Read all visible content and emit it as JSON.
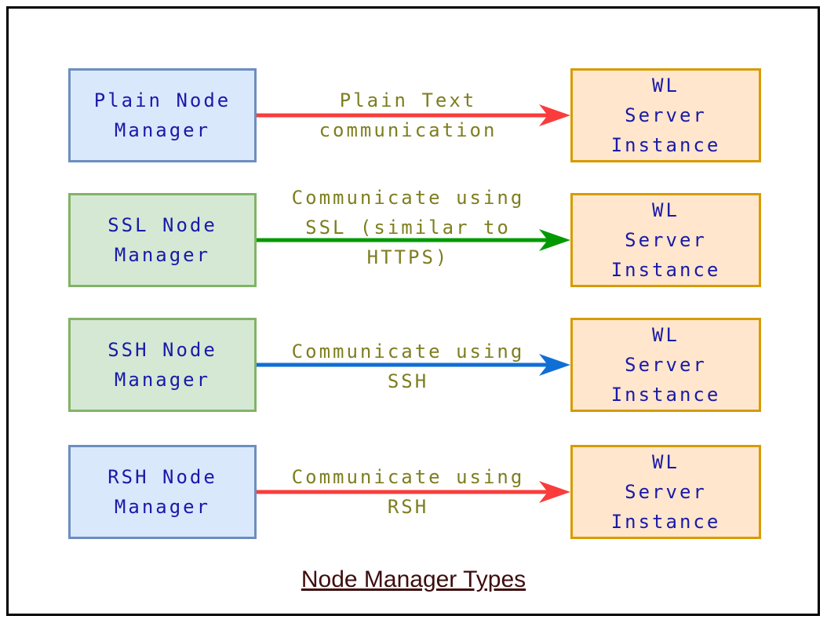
{
  "diagram": {
    "title": "Node Manager Types",
    "rows": [
      {
        "source": {
          "variant": "blue",
          "lines": [
            "Plain Node",
            "Manager"
          ]
        },
        "label_lines": [
          "Plain Text",
          "communication"
        ],
        "arrow_color": "#fa3c3c",
        "arrow_name": "plain-text-arrow",
        "target": {
          "lines": [
            "WL",
            "Server",
            "Instance"
          ]
        }
      },
      {
        "source": {
          "variant": "green",
          "lines": [
            "SSL Node",
            "Manager"
          ]
        },
        "label_lines": [
          "Communicate using",
          "SSL (similar to",
          "HTTPS)"
        ],
        "arrow_color": "#009a00",
        "arrow_name": "ssl-arrow",
        "target": {
          "lines": [
            "WL",
            "Server",
            "Instance"
          ]
        }
      },
      {
        "source": {
          "variant": "green",
          "lines": [
            "SSH Node",
            "Manager"
          ]
        },
        "label_lines": [
          "Communicate using",
          "SSH"
        ],
        "arrow_color": "#106fd5",
        "arrow_name": "ssh-arrow",
        "target": {
          "lines": [
            "WL",
            "Server",
            "Instance"
          ]
        }
      },
      {
        "source": {
          "variant": "blue",
          "lines": [
            "RSH Node",
            "Manager"
          ]
        },
        "label_lines": [
          "Communicate using",
          "RSH"
        ],
        "arrow_color": "#fa3c3c",
        "arrow_name": "rsh-arrow",
        "target": {
          "lines": [
            "WL",
            "Server",
            "Instance"
          ]
        }
      }
    ],
    "colors": {
      "blue_box_fill": "#dae8fc",
      "blue_box_border": "#6c8ebf",
      "green_box_fill": "#d5e8d4",
      "green_box_border": "#82b366",
      "orange_box_fill": "#ffe6cc",
      "orange_box_border": "#d79b00",
      "box_text": "#1a1aa8",
      "label_text": "#7e7e20",
      "title_text": "#3d0e0e",
      "arrow_red": "#fa3c3c",
      "arrow_green": "#009a00",
      "arrow_blue": "#106fd5",
      "frame_border": "#000000"
    }
  }
}
